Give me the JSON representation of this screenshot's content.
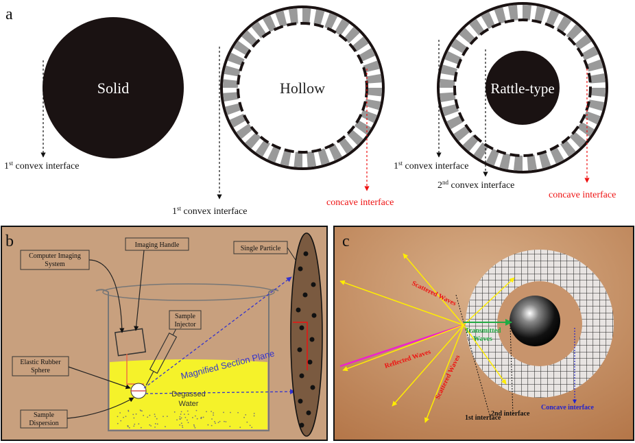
{
  "panel_a": {
    "letter": "a",
    "solid": {
      "label": "Solid",
      "interface": "1st convex interface",
      "sup": "st",
      "pre": "1",
      "post": " convex interface"
    },
    "hollow": {
      "label": "Hollow",
      "convex": {
        "pre": "1",
        "sup": "st",
        "post": " convex interface"
      },
      "concave": "concave interface"
    },
    "rattle": {
      "label": "Rattle-type",
      "convex1": {
        "pre": "1",
        "sup": "st",
        "post": " convex interface"
      },
      "convex2": {
        "pre": "2",
        "sup": "nd",
        "post": " convex interface"
      },
      "concave": "concave interface"
    }
  },
  "panel_b": {
    "letter": "b",
    "labels": {
      "computer_line1": "Computer Imaging",
      "computer_line2": "System",
      "handle": "Imaging Handle",
      "single_particle": "Single Particle",
      "injector_line1": "Sample",
      "injector_line2": "Injector",
      "rubber_line1": "Elastic Rubber",
      "rubber_line2": "Sphere",
      "dispersion_line1": "Sample",
      "dispersion_line2": "Dispersion",
      "magnified": "Magnified Section Plane",
      "water_line1": "Degassed",
      "water_line2": "Water"
    },
    "colors": {
      "background": "#c8a07e",
      "water": "#f5f22a",
      "arrow": "#3333cc"
    }
  },
  "panel_c": {
    "letter": "c",
    "labels": {
      "scattered_top": "Scattered Waves",
      "transmitted_line1": "Transmitted",
      "transmitted_line2": "Waves",
      "reflected": "Reflected  Waves",
      "scattered_bottom": "Scattered Waves",
      "first_interface": "1st interface",
      "second_interface": "2nd interface",
      "concave_interface": "Concave interface"
    },
    "colors": {
      "rays": "#ffee00",
      "incident": "#ee22cc",
      "transmitted": "#22aa44",
      "scatter_text": "#ee1111",
      "concave": "#2222cc"
    }
  }
}
